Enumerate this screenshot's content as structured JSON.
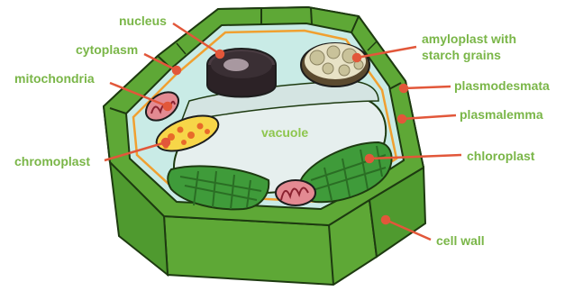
{
  "labels": {
    "nucleus": "nucleus",
    "cytoplasm": "cytoplasm",
    "mitochondria": "mitochondria",
    "chromoplast": "chromoplast",
    "amyloplast_line1": "amyloplast with",
    "amyloplast_line2": "starch grains",
    "plasmodesmata": "plasmodesmata",
    "plasmalemma": "plasmalemma",
    "chloroplast": "chloroplast",
    "cell_wall": "cell wall",
    "vacuole": "vacuole"
  },
  "colors": {
    "label_text": "#7ab648",
    "leader_line": "#e2573a",
    "cell_wall": "#5ea836",
    "cell_wall_dark": "#3f7f22",
    "cytoplasm": "#c9ebe6",
    "membrane": "#f0a030",
    "nucleus": "#2c2226",
    "chloroplast": "#3f9b3a",
    "mitochondria": "#e38a92",
    "chromoplast": "#f7d648"
  }
}
